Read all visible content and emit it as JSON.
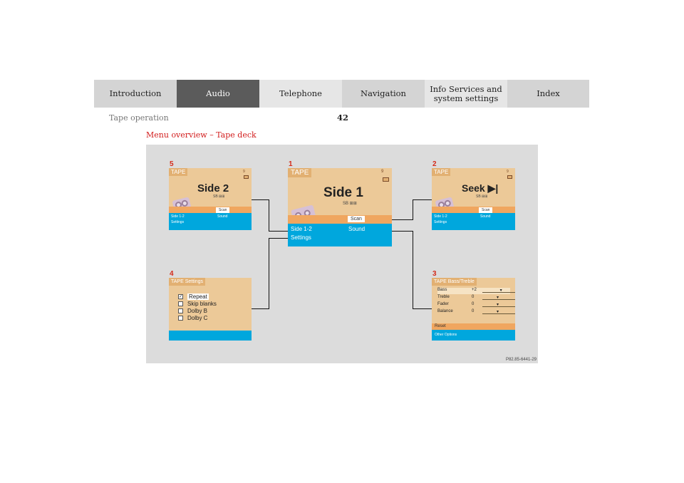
{
  "nav": {
    "tabs": [
      {
        "label": "Introduction"
      },
      {
        "label": "Audio"
      },
      {
        "label": "Telephone"
      },
      {
        "label": "Navigation"
      },
      {
        "label": "Info Services and\nsystem settings"
      },
      {
        "label": "Index"
      }
    ],
    "active_tab": "Audio"
  },
  "header": {
    "section": "Tape operation",
    "page_number": "42"
  },
  "heading": "Menu overview – Tape deck",
  "diagram": {
    "reference_code": "P82.85-6441-29",
    "screens": {
      "s1": {
        "number": "1",
        "mode": "TAPE",
        "display": "Side 1",
        "status": "SB  ⊞⊞",
        "scan": "Scan",
        "softkey_left_1": "Side 1-2",
        "softkey_left_2": "Settings",
        "softkey_right": "Sound",
        "corner": "9"
      },
      "s2": {
        "number": "2",
        "mode": "TAPE",
        "display": "Seek ▶|",
        "status": "SB  ⊞⊞",
        "scan": "Scan",
        "softkey_left_1": "Side 1-2",
        "softkey_left_2": "Settings",
        "softkey_right": "Sound",
        "corner": "9"
      },
      "s5": {
        "number": "5",
        "mode": "TAPE",
        "display": "Side 2",
        "status": "SB  ⊞⊞",
        "scan": "Scan",
        "softkey_left_1": "Side 1-2",
        "softkey_left_2": "Settings",
        "softkey_right": "Sound",
        "corner": "9"
      },
      "s4": {
        "number": "4",
        "title": "TAPE Settings",
        "options": [
          "Repeat",
          "Skip blanks",
          "Dolby B",
          "Dolby C"
        ],
        "checked": [
          true,
          false,
          false,
          false
        ]
      },
      "s3": {
        "number": "3",
        "title": "TAPE Bass/Treble",
        "rows": [
          {
            "name": "Bass",
            "value": "+2",
            "level": 0.6
          },
          {
            "name": "Treble",
            "value": "0",
            "level": 0.5
          },
          {
            "name": "Fader",
            "value": "0",
            "level": 0.5
          },
          {
            "name": "Balance",
            "value": "0",
            "level": 0.5
          }
        ],
        "reset": "Reset",
        "other": "Other Options"
      }
    }
  }
}
